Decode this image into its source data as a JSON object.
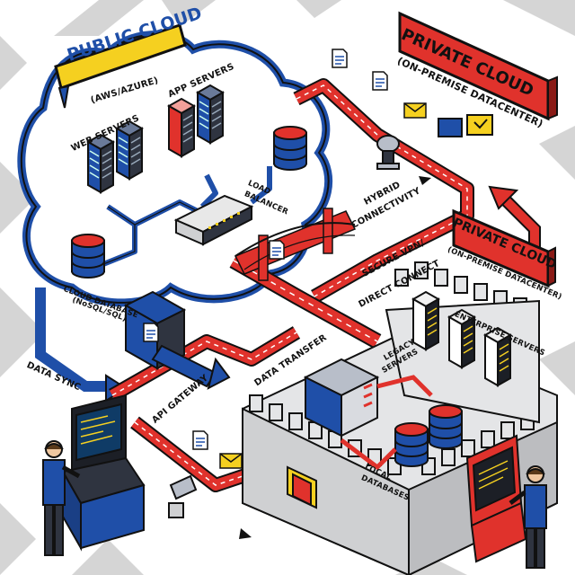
{
  "labels": {
    "public_cloud_title": "PUBLIC CLOUD",
    "public_cloud_subtitle": "(AWS/AZURE)",
    "private_cloud_title_top": "PRIVATE CLOUD",
    "private_cloud_subtitle_top": "(ON-PREMISE DATACENTER)",
    "private_cloud_title_mid": "PRIVATE CLOUD",
    "private_cloud_subtitle_mid": "(ON-PREMISE DATACENTER)",
    "web_servers": "WEB SERVERS",
    "app_servers": "APP SERVERS",
    "load_balancer_1": "LOAD",
    "load_balancer_2": "BALANCER",
    "cloud_database_1": "CLOUD DATABASE",
    "cloud_database_2": "(NoSQL/SQL)",
    "hybrid_1": "HYBRID",
    "hybrid_2": "CONNECTIVITY",
    "vpn_1": "SECURE VPN/",
    "vpn_2": "DIRECT CONNECT",
    "enterprise_servers": "ENTERPRISE SERVERS",
    "data_sync": "DATA SYNC",
    "data_transfer": "DATA TRANSFER",
    "api_gateway": "API GATEWAY",
    "legacy_1": "LEGACY",
    "legacy_2": "SERVERS",
    "local_db_1": "LOCAL",
    "local_db_2": "DATABASES"
  },
  "icons": [
    "server-rack-icon",
    "database-icon",
    "load-balancer-icon",
    "bridge-icon",
    "firewall-wall-icon",
    "terminal-workstation-icon",
    "document-icon",
    "envelope-icon",
    "satellite-dish-icon",
    "security-camera-icon",
    "arrow-icon"
  ],
  "colors": {
    "public_blue": "#1f4fa8",
    "private_red": "#e0322c",
    "banner_yellow": "#f5d020",
    "wall_gray": "#cfd0d2",
    "outline": "#111111"
  }
}
